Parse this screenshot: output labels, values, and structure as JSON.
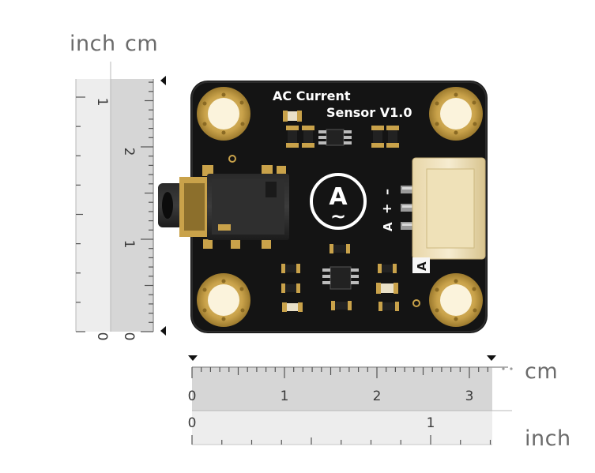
{
  "labels": {
    "left_inch": "inch",
    "left_cm": "cm",
    "bottom_cm": "cm",
    "bottom_inch": "inch"
  },
  "board": {
    "title_line1": "AC Current",
    "title_line2": "Sensor V1.0",
    "logo_letter": "A",
    "logo_wave": "~",
    "pin_minus": "–",
    "pin_plus": "+",
    "pin_a": "A",
    "connector_label": "A"
  },
  "rulers": {
    "left_cm_ticks": [
      "0",
      "1",
      "2"
    ],
    "left_inch_ticks": [
      "0",
      "1"
    ],
    "bottom_cm_ticks": [
      "0",
      "1",
      "2",
      "3"
    ],
    "bottom_inch_ticks": [
      "0",
      "1"
    ]
  },
  "colors": {
    "pcb": "#141414",
    "gold": "#c9a24a",
    "ruler_light": "#ededed",
    "ruler_dark": "#d6d6d6",
    "connector": "#f1e3bf"
  }
}
